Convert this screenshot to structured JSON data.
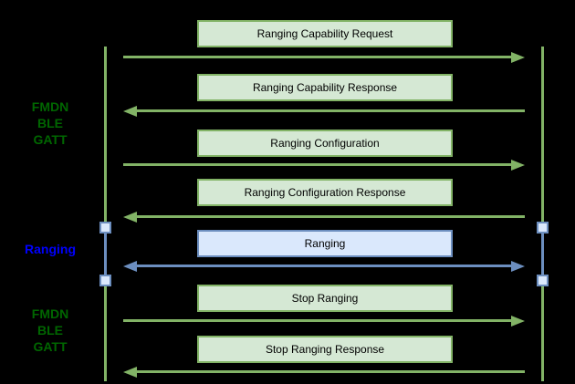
{
  "colors": {
    "background": "#000000",
    "green_fill": "#d5e8d4",
    "green_stroke": "#82b366",
    "blue_fill": "#dae8fc",
    "blue_stroke": "#6c8ebf",
    "side_label_green": "#006600",
    "side_label_blue": "#0000ff",
    "box_text": "#000000"
  },
  "side_labels": [
    {
      "lines": [
        "FMDN",
        "BLE",
        "GATT"
      ],
      "theme": "green"
    },
    {
      "lines": [
        "Ranging"
      ],
      "theme": "blue"
    },
    {
      "lines": [
        "FMDN",
        "BLE",
        "GATT"
      ],
      "theme": "green"
    }
  ],
  "messages": [
    {
      "label": "Ranging Capability Request",
      "direction": "right",
      "theme": "green"
    },
    {
      "label": "Ranging Capability Response",
      "direction": "left",
      "theme": "green"
    },
    {
      "label": "Ranging Configuration",
      "direction": "right",
      "theme": "green"
    },
    {
      "label": "Ranging Configuration Response",
      "direction": "left",
      "theme": "green"
    },
    {
      "label": "Ranging",
      "direction": "both",
      "theme": "blue"
    },
    {
      "label": "Stop Ranging",
      "direction": "right",
      "theme": "green"
    },
    {
      "label": "Stop Ranging Response",
      "direction": "left",
      "theme": "green"
    }
  ]
}
